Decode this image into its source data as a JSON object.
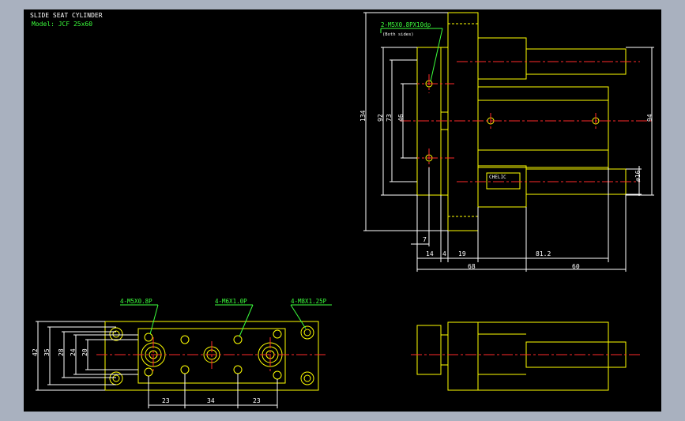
{
  "title": "SLIDE SEAT CYLINDER",
  "model": "Model: JCF 25x60",
  "colors": {
    "background": "#000000",
    "outline": "#ffff00",
    "centerline": "#ff2a2a",
    "dimension": "#ffffff",
    "leader": "#3cff3c",
    "frame": "#a9b1bf"
  },
  "labels": {
    "tap_top": "2-M5X0.8PX10dp",
    "tap_top_note": "(Both sides)",
    "hole_a": "4-M5X0.8P",
    "hole_b": "4-M6X1.0P",
    "hole_c": "4-M8X1.25P",
    "logo": "CHELIC"
  },
  "dims": {
    "d134": "134",
    "d92": "92",
    "d73": "73",
    "d46": "46",
    "d94": "94",
    "d16": "ø16",
    "d7": "7",
    "d14": "14",
    "d4": "4",
    "d19": "19",
    "d812": "81.2",
    "d68": "68",
    "d60": "60",
    "d42": "42",
    "d35": "35",
    "d28": "28",
    "d24": "24",
    "d20": "20",
    "d23a": "23",
    "d34": "34",
    "d23b": "23"
  }
}
